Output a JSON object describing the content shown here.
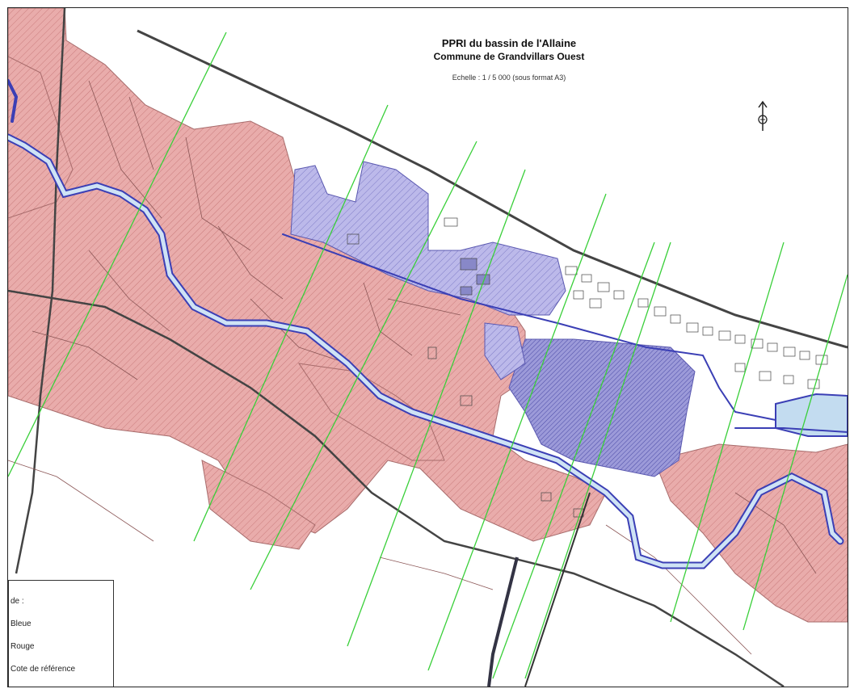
{
  "title": {
    "line1": "PPRI du bassin de l'Allaine",
    "line2": "Commune de Grandvillars Ouest",
    "scale": "Echelle : 1 / 5 000 (sous format A3)"
  },
  "legend": {
    "heading": "de :",
    "items": [
      "Bleue",
      "Rouge",
      "Cote de référence"
    ]
  },
  "colors": {
    "red_zone": "#e7a7a7",
    "blue_zone": "#b7b4e8",
    "river": "#3b3fb5",
    "water": "#c3dcf0",
    "reference_lines": "#39cf39",
    "roads": "#444444"
  },
  "icons": {
    "north_arrow": "north-arrow-icon"
  }
}
